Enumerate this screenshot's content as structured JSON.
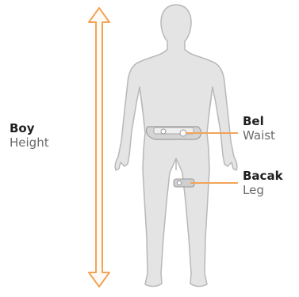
{
  "labels": {
    "height": {
      "tr": "Boy",
      "en": "Height"
    },
    "waist": {
      "tr": "Bel",
      "en": "Waist"
    },
    "leg": {
      "tr": "Bacak",
      "en": "Leg"
    }
  },
  "colors": {
    "accent": "#f2a35a",
    "body_fill": "#e4e4e4",
    "body_stroke": "#b8b8b8",
    "tape": "#d4d4d4"
  },
  "icons": [
    "human-body-silhouette",
    "height-arrow",
    "tape-measure-waist",
    "tape-measure-leg"
  ]
}
